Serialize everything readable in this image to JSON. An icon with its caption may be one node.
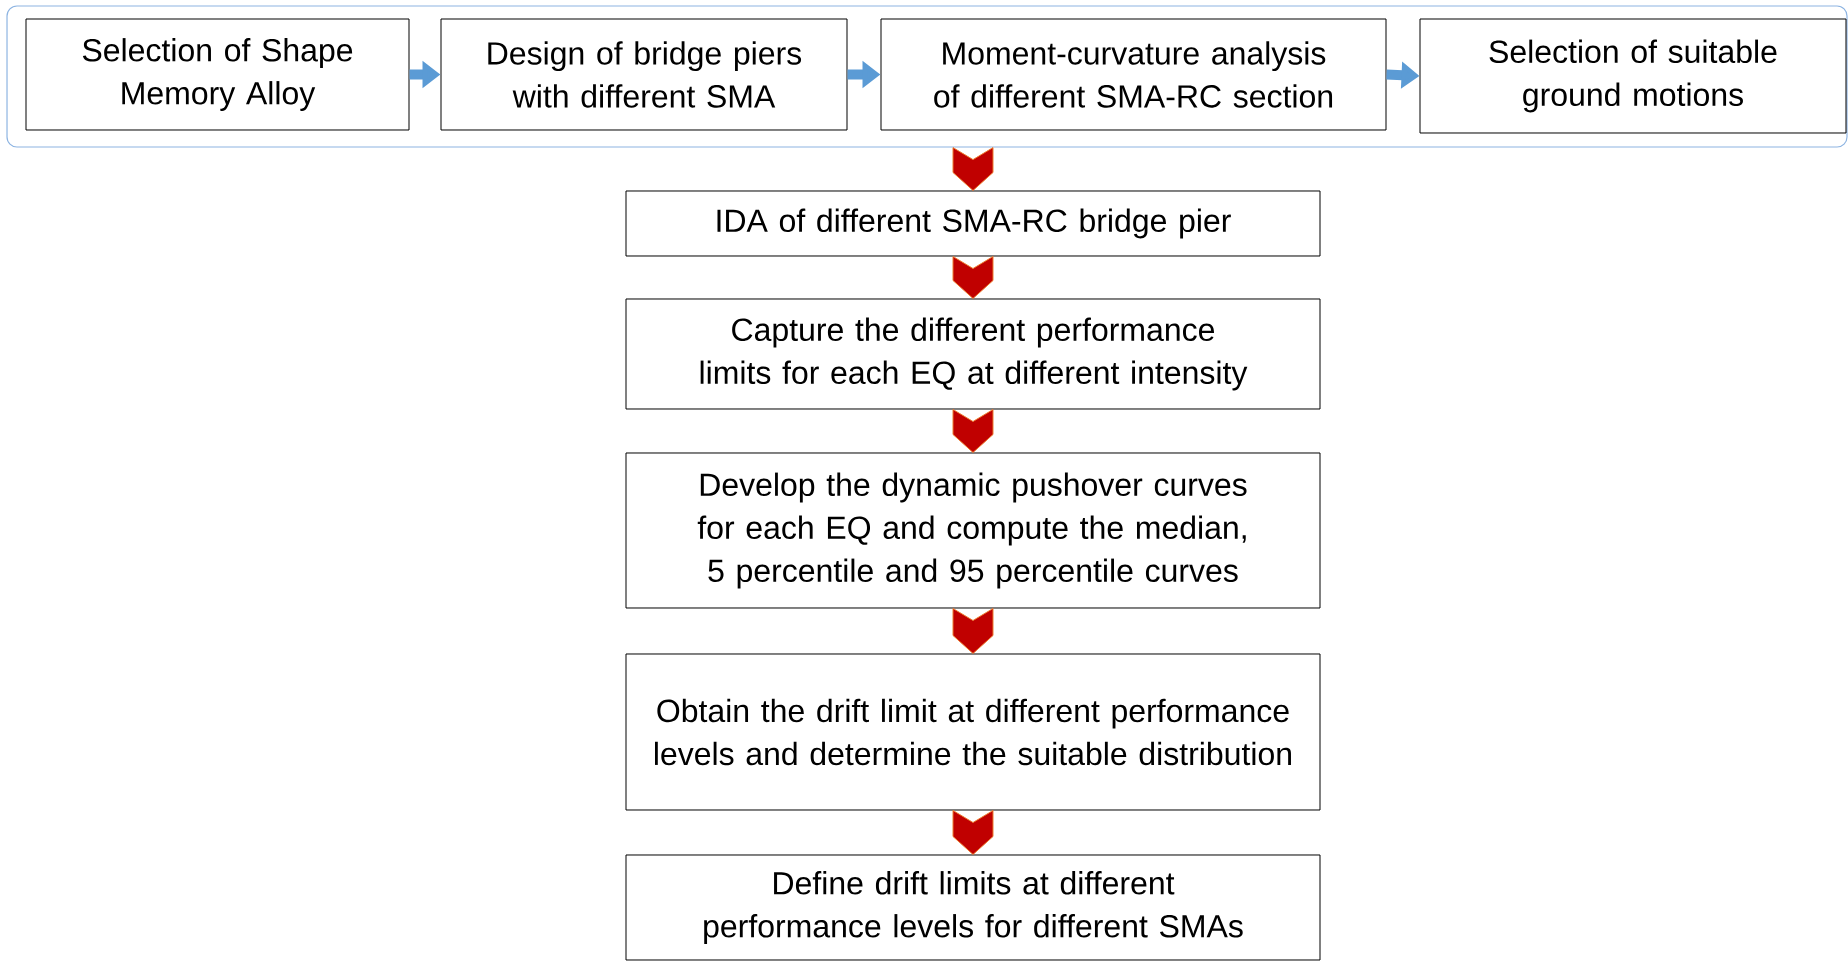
{
  "diagram": {
    "nodes": [
      {
        "text": [],
        "shape": "box"
      },
      {
        "text": [
          "Selection of Shape Memory Alloy"
        ],
        "in": 0
      },
      {
        "text": [
          "Design of bridge piers with different SMA"
        ],
        "in": 0
      },
      {
        "text": [
          "Moment-curvature analysis of different SMA-RC section"
        ],
        "in": 0
      },
      {
        "text": [
          "Selection of suitable ground motions"
        ],
        "in": 0
      },
      {
        "text": [
          "IDA of different SMA-RC bridge pier"
        ]
      },
      {
        "text": [
          "Capture the different performance limits for each EQ at different intensity"
        ]
      },
      {
        "text": [
          "Develop the dynamic pushover curves for each EQ and compute the median, 5 percentile and 95 percentile curves"
        ]
      },
      {
        "text": [
          "Obtain the drift limit at different performance levels and determine the suitable distribution"
        ]
      },
      {
        "text": [
          "Define drift limits at different performance levels for different SMAs"
        ]
      }
    ],
    "edges": [
      {
        "from": 1,
        "to": 2,
        "arrow": "to",
        "color": "#5b9bd5"
      },
      {
        "from": 2,
        "to": 3,
        "arrow": "to",
        "color": "#5b9bd5"
      },
      {
        "from": 3,
        "to": 4,
        "arrow": "to",
        "color": "#5b9bd5"
      },
      {
        "from": 0,
        "to": 5,
        "arrow": "to"
      },
      {
        "from": 5,
        "to": 6,
        "arrow": "to"
      },
      {
        "from": 6,
        "to": 7,
        "arrow": "to"
      },
      {
        "from": 7,
        "to": 8,
        "arrow": "to"
      },
      {
        "from": 8,
        "to": 9,
        "arrow": "to"
      }
    ]
  }
}
